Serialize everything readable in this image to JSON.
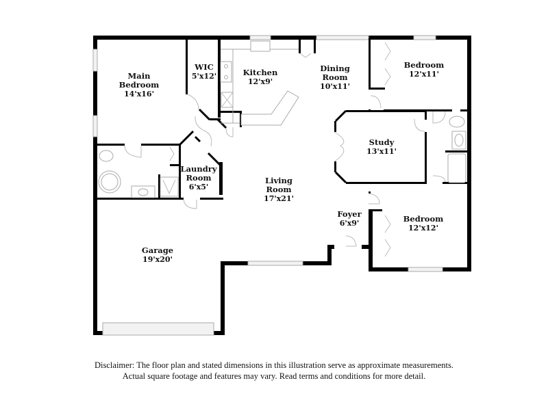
{
  "rooms": [
    {
      "name": "Main Bedroom",
      "line1": "Main",
      "line2": "Bedroom",
      "dimensions": "14'x16'"
    },
    {
      "name": "WIC",
      "line1": "WIC",
      "dimensions": "5'x12'"
    },
    {
      "name": "Kitchen",
      "line1": "Kitchen",
      "dimensions": "12'x9'"
    },
    {
      "name": "Dining Room",
      "line1": "Dining",
      "line2": "Room",
      "dimensions": "10'x11'"
    },
    {
      "name": "Bedroom",
      "line1": "Bedroom",
      "dimensions": "12'x11'"
    },
    {
      "name": "Study",
      "line1": "Study",
      "dimensions": "13'x11'"
    },
    {
      "name": "Laundry Room",
      "line1": "Laundry",
      "line2": "Room",
      "dimensions": "6'x5'"
    },
    {
      "name": "Living Room",
      "line1": "Living",
      "line2": "Room",
      "dimensions": "17'x21'"
    },
    {
      "name": "Foyer",
      "line1": "Foyer",
      "dimensions": "6'x9'"
    },
    {
      "name": "Bedroom",
      "line1": "Bedroom",
      "dimensions": "12'x12'"
    },
    {
      "name": "Garage",
      "line1": "Garage",
      "dimensions": "19'x20'"
    }
  ],
  "disclaimer": {
    "line1": "Disclaimer: The floor plan and stated dimensions in this illustration serve as approximate measurements.",
    "line2": "Actual square footage and features may vary. Read terms and conditions for more detail."
  },
  "colors": {
    "wall": "#000000",
    "fixture": "#aaaaaa",
    "background": "#ffffff"
  }
}
